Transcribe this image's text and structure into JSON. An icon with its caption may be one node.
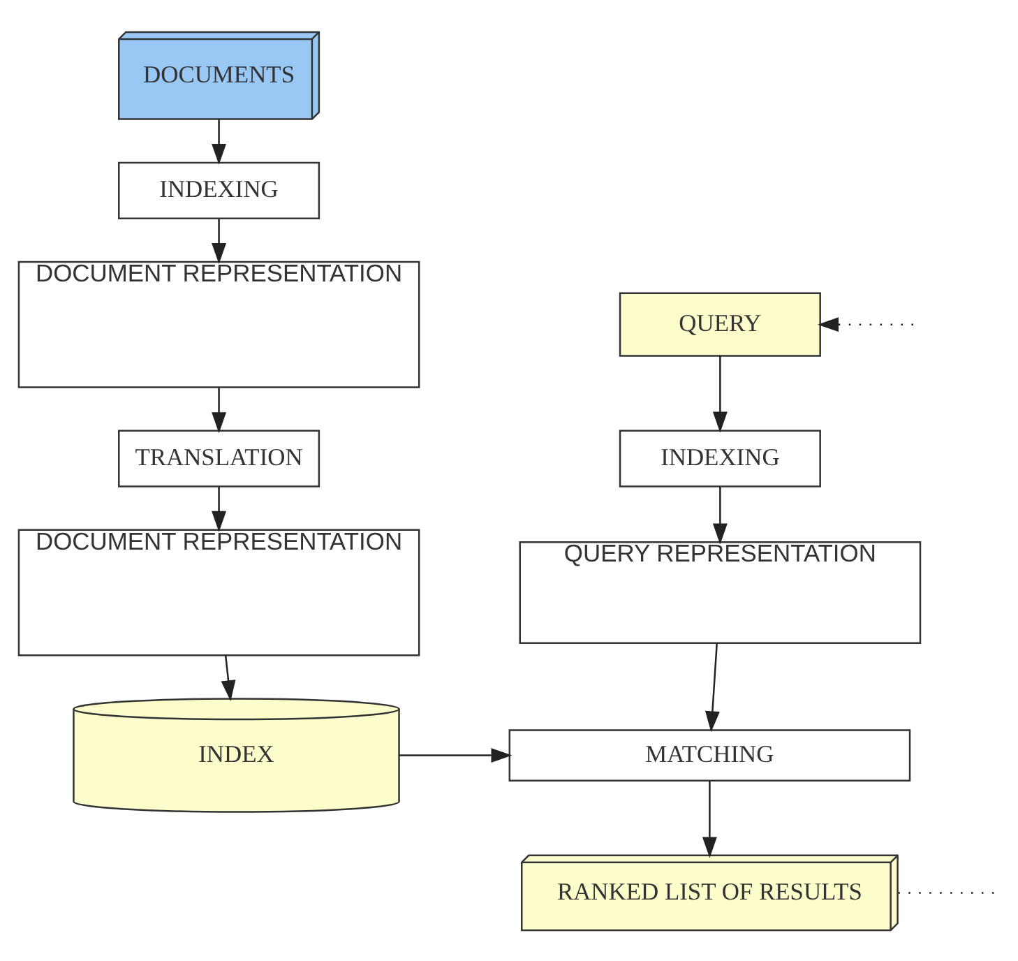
{
  "diagram": {
    "nodes": [
      {
        "text": [
          "DOCUMENTS"
        ]
      },
      {
        "text": [
          "INDEXING"
        ]
      },
      {
        "text": [
          "DOCUMENT REPRESENTATION"
        ]
      },
      {
        "text": [
          "TRANSLATION"
        ]
      },
      {
        "text": [
          "DOCUMENT REPRESENTATION"
        ]
      },
      {
        "text": [
          "INDEX"
        ]
      },
      {
        "text": [
          "QUERY"
        ]
      },
      {
        "text": [
          "INDEXING"
        ]
      },
      {
        "text": [
          "QUERY REPRESENTATION"
        ]
      },
      {
        "text": [
          "MATCHING"
        ]
      },
      {
        "text": [
          "RANKED LIST OF RESULTS"
        ]
      }
    ],
    "edges": [
      {
        "from": 0,
        "to": 1,
        "arrow": "to"
      },
      {
        "from": 1,
        "to": 2,
        "arrow": "to"
      },
      {
        "from": 2,
        "to": 3,
        "arrow": "to"
      },
      {
        "from": 3,
        "to": 4,
        "arrow": "to"
      },
      {
        "from": 4,
        "to": 5,
        "arrow": "to"
      },
      {
        "from": null,
        "to": 6,
        "arrow": "to",
        "style": "dashed"
      },
      {
        "from": 6,
        "to": 7,
        "arrow": "to"
      },
      {
        "from": 7,
        "to": 8,
        "arrow": "to"
      },
      {
        "from": 8,
        "to": 9,
        "arrow": "to"
      },
      {
        "from": 5,
        "to": 9,
        "arrow": "to"
      },
      {
        "from": 9,
        "to": 10,
        "arrow": "to"
      },
      {
        "from": 10,
        "to": null,
        "arrow": "none",
        "style": "dashed"
      }
    ]
  }
}
